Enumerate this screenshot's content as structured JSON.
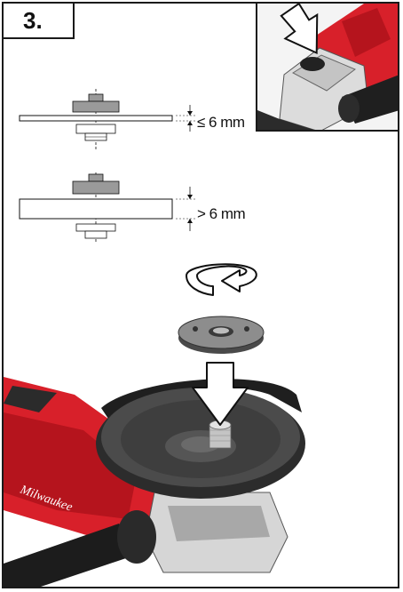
{
  "step": {
    "number": "3."
  },
  "dimensions": {
    "thin": "≤ 6 mm",
    "thick": "> 6 mm"
  },
  "brand": {
    "text": "Milwaukee"
  },
  "colors": {
    "red": "#d8202a",
    "dark": "#2b2b2b",
    "grey": "#8d8d8d",
    "flange": "#9a9a9a"
  },
  "icons": [
    "press-arrow-icon",
    "rotate-arrow-icon",
    "down-arrow-icon"
  ]
}
